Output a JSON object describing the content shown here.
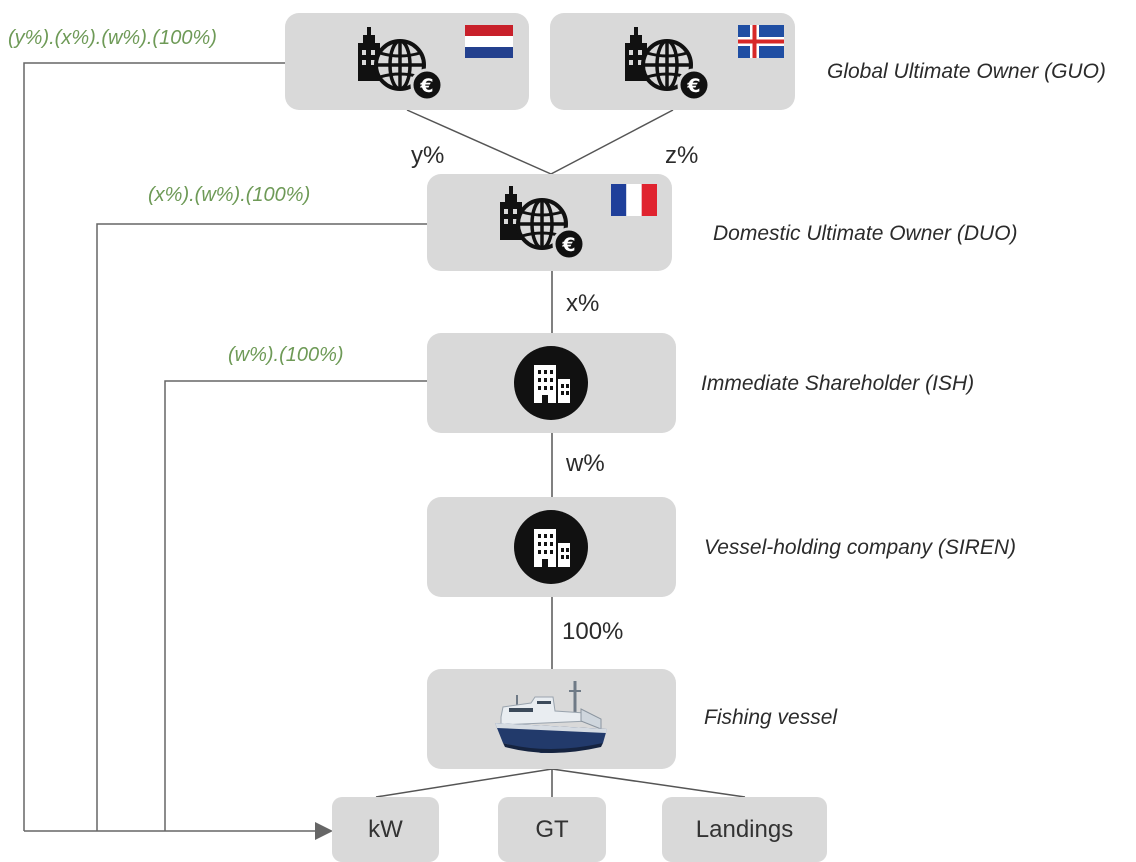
{
  "levels": {
    "guo": {
      "label": "Global Ultimate Owner (GUO)",
      "flags": [
        "netherlands-flag",
        "iceland-flag"
      ]
    },
    "duo": {
      "label": "Domestic Ultimate Owner (DUO)",
      "flags": [
        "france-flag"
      ]
    },
    "ish": {
      "label": "Immediate Shareholder  (ISH)"
    },
    "siren": {
      "label": "Vessel-holding company (SIREN)"
    },
    "vessel": {
      "label": "Fishing vessel"
    }
  },
  "edges": {
    "guo_left_to_duo": "y%",
    "guo_right_to_duo": "z%",
    "duo_to_ish": "x%",
    "ish_to_siren": "w%",
    "siren_to_vessel": "100%"
  },
  "attribution": {
    "guo": "(y%).(x%).(w%).(100%)",
    "duo": "(x%).(w%).(100%)",
    "ish": "(w%).(100%)"
  },
  "outputs": [
    "kW",
    "GT",
    "Landings"
  ],
  "colors": {
    "box": "#d9d9d9",
    "green": "#6e9a57",
    "line": "#555555"
  },
  "icons": {
    "owner": "city-globe-euro-icon",
    "company": "office-building-icon",
    "vessel": "fishing-vessel-icon"
  }
}
